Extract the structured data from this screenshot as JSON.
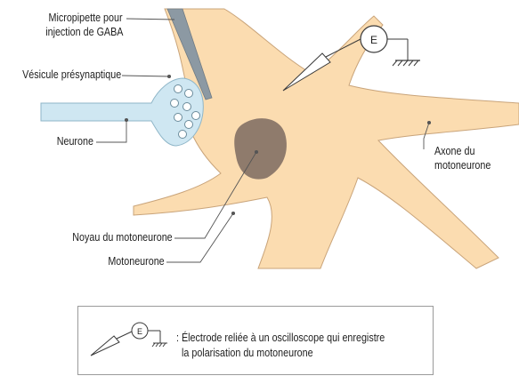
{
  "labels": {
    "micropipette": [
      "Micropipette pour",
      "injection de GABA"
    ],
    "vesicle": "Vésicule présynaptique",
    "neuron": "Neurone",
    "axon": [
      "Axone du",
      "motoneurone"
    ],
    "nucleus": "Noyau du motoneurone",
    "motoneuron": "Motoneurone",
    "electrode_letter": "E"
  },
  "legend": {
    "electrode_letter": "E",
    "line1": ": Électrode reliée à un oscilloscope qui enregistre",
    "line2": "la polarisation du motoneurone"
  },
  "colors": {
    "cell_body": "#fbdcb0",
    "cell_outline": "#c9a47a",
    "nucleus": "#8f7b6c",
    "neuron": "#cfe7f2",
    "neuron_outline": "#8fb6c8",
    "pipette": "#8c99a3",
    "line": "#3a3a3a"
  }
}
